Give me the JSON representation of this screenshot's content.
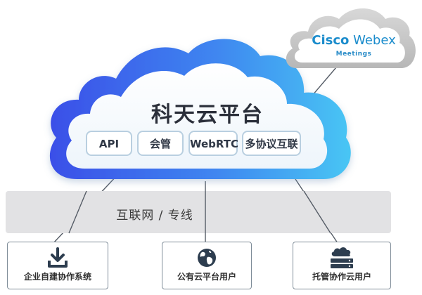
{
  "main_cloud": {
    "title": "科天云平台",
    "modules": [
      "API",
      "会管",
      "WebRTC",
      "多协议互联"
    ]
  },
  "webex_cloud": {
    "brand": "Cisco",
    "product": "Webex",
    "subtitle": "Meetings"
  },
  "network_band": {
    "label": "互联网 / 专线"
  },
  "user_nodes": [
    {
      "label": "企业自建协作系统",
      "icon": "download-icon"
    },
    {
      "label": "公有云平台用户",
      "icon": "globe-icon"
    },
    {
      "label": "托管协作云用户",
      "icon": "cloud-server-icon"
    }
  ],
  "colors": {
    "cloud_gradient_left": "#3a4fe8",
    "cloud_gradient_mid": "#3f86f0",
    "cloud_gradient_right": "#48c6f4",
    "module_border": "#b9cfe0",
    "band": "#e2e2e4",
    "webex_text": "#1b8ccc",
    "icon_dark": "#2d3d4f"
  }
}
